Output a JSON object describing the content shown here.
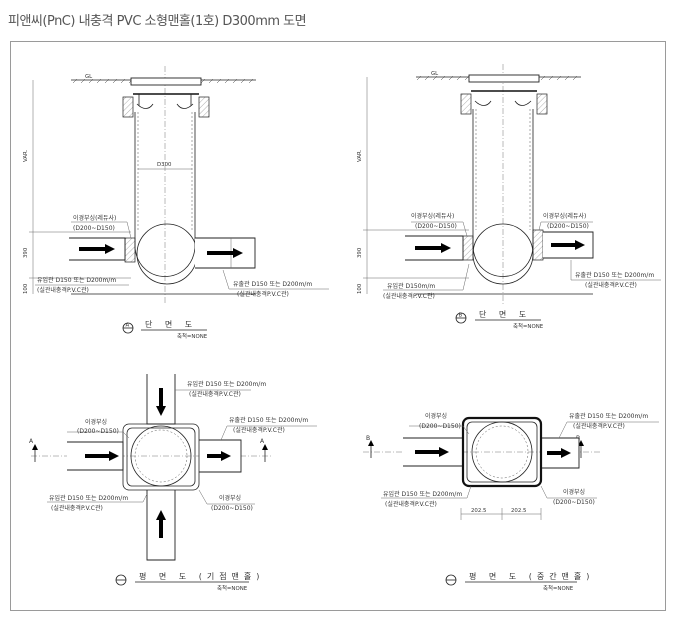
{
  "page": {
    "title": "피앤씨(PnC) 내충격 PVC 소형맨홀(1호) D300mm 도면"
  },
  "diagram": {
    "section_a": {
      "title": "단 면 도",
      "marker": "A",
      "scale": "축척=NONE",
      "gl": "GL",
      "dim_var": "VAR.",
      "dim_390": "390",
      "dim_100": "100",
      "d300": "D300",
      "joint_label": "이경부싱(레듀사)",
      "joint_size": "(D200~D150)",
      "inlet_label": "유입관 D150 또는 D200m/m",
      "inlet_material": "(실관내충격P.V.C관)",
      "outlet_label": "유출관 D150 또는 D200m/m",
      "outlet_material": "(실관내충격P.V.C관)"
    },
    "section_b": {
      "title": "단 면 도",
      "marker": "B",
      "scale": "축척=NONE",
      "gl": "GL",
      "dim_var": "VAR.",
      "dim_390": "390",
      "dim_100": "100",
      "joint_left_label": "이경부싱(레듀사)",
      "joint_left_size": "(D200~D150)",
      "joint_right_label": "이경부싱(레듀사)",
      "joint_right_size": "(D200~D150)",
      "inlet_label": "유입관 D150m/m",
      "inlet_material": "(실관내충격P.V.C관)",
      "outlet_label": "유출관 D150 또는 D200m/m",
      "outlet_material": "(실관내충격P.V.C관)"
    },
    "plan_a": {
      "title": "평 면 도 (기점맨홀)",
      "scale": "축척=NONE",
      "cut_mark": "A",
      "top_inlet_label": "유입관 D150 또는 D200m/m",
      "top_inlet_material": "(실관내충격P.V.C관)",
      "joint_label": "이경부싱",
      "joint_size": "(D200~D150)",
      "outlet_label": "유출관 D150 또는 D200m/m",
      "outlet_material": "(실관내충격P.V.C관)",
      "inlet_label": "유입관 D150 또는 D200m/m",
      "inlet_material": "(실관내충격P.V.C관)",
      "joint2_label": "이경부싱",
      "joint2_size": "(D200~D150)"
    },
    "plan_b": {
      "title": "평 면 도 (중간맨홀)",
      "scale": "축척=NONE",
      "cut_mark": "B",
      "joint_label": "이경부싱",
      "joint_size": "(D200~D150)",
      "outlet_label": "유출관 D150 또는 D200m/m",
      "outlet_material": "(실관내충격P.V.C관)",
      "inlet_label": "유입관 D150 또는 D200m/m",
      "inlet_material": "(실관내충격P.V.C관)",
      "joint2_label": "이경부싱",
      "joint2_size": "(D200~D150)",
      "dim_left": "202.5",
      "dim_right": "202.5"
    }
  }
}
